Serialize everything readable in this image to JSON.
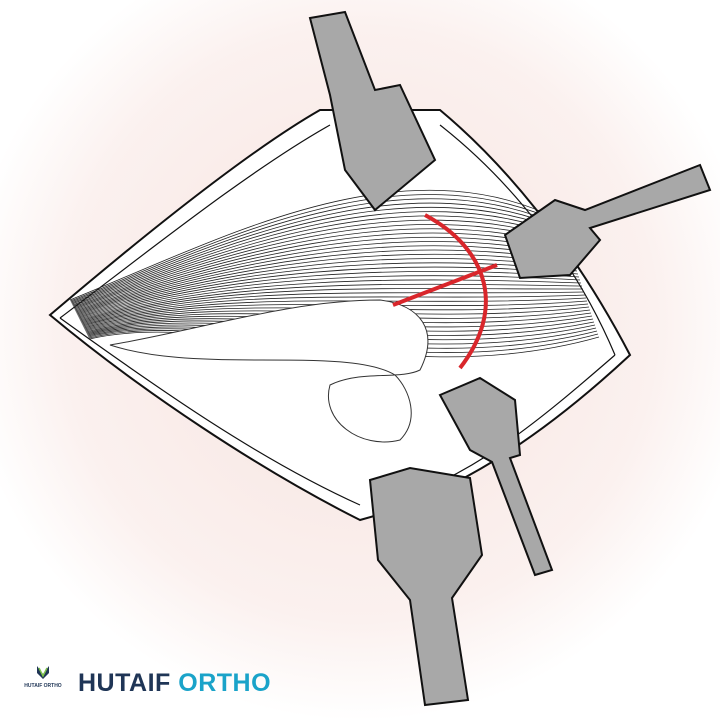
{
  "brand": {
    "name_part1": "HUTAIF",
    "name_part2": "ORTHO",
    "logo_text": "HUTAIF ORTHO",
    "color_dark": "#1f3556",
    "color_accent": "#1aa3c9"
  },
  "illustration": {
    "incision_color": "#d9262b",
    "retractor_color": "#a8a8a8"
  }
}
